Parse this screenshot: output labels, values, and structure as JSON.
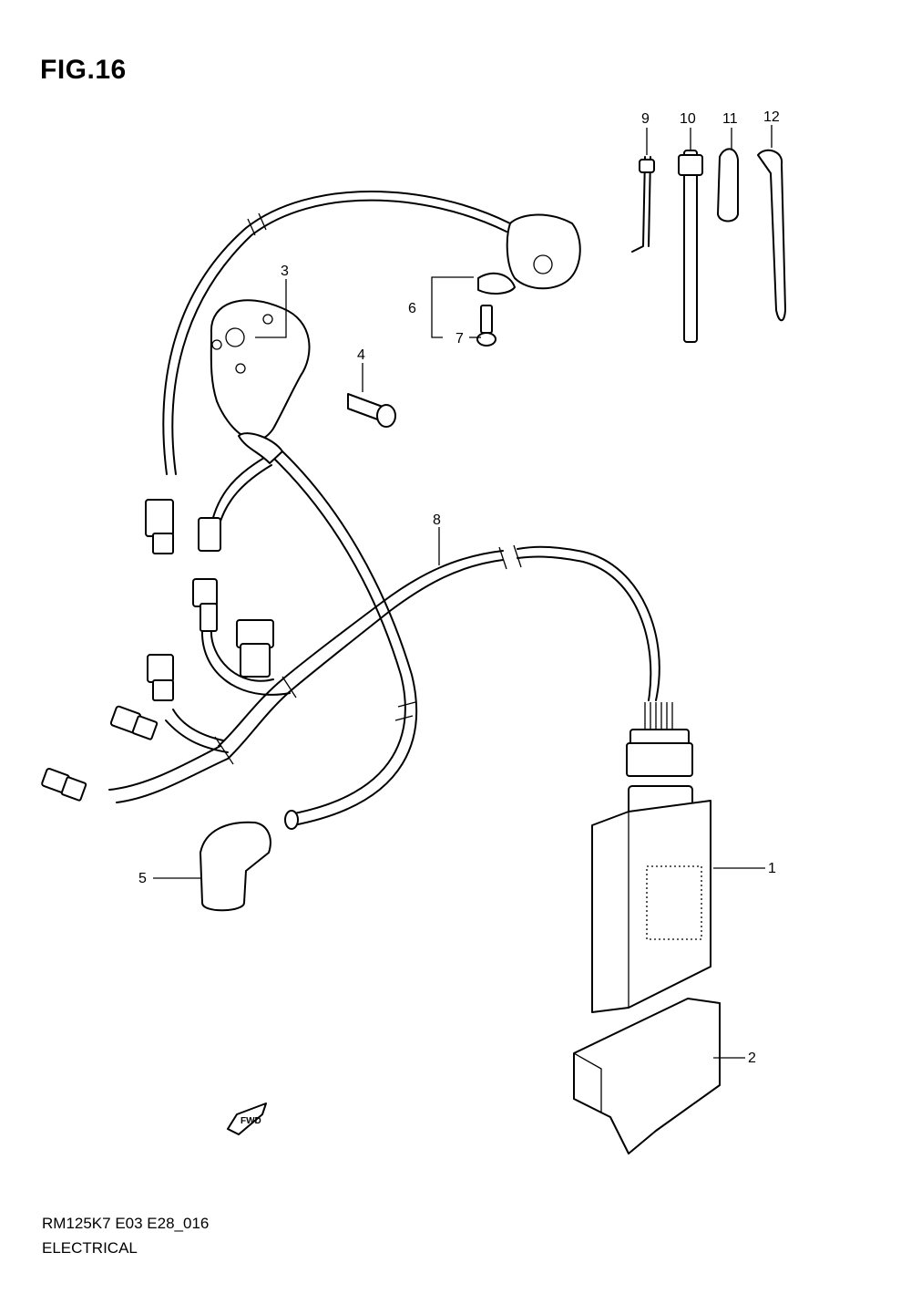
{
  "figure": {
    "title": "FIG.16"
  },
  "footer": {
    "model_code": "RM125K7 E03 E28_016",
    "section": "ELECTRICAL"
  },
  "callouts": [
    {
      "id": "1",
      "label": "1"
    },
    {
      "id": "2",
      "label": "2"
    },
    {
      "id": "3",
      "label": "3"
    },
    {
      "id": "4",
      "label": "4"
    },
    {
      "id": "5",
      "label": "5"
    },
    {
      "id": "6",
      "label": "6"
    },
    {
      "id": "7",
      "label": "7"
    },
    {
      "id": "8",
      "label": "8"
    },
    {
      "id": "9",
      "label": "9"
    },
    {
      "id": "10",
      "label": "10"
    },
    {
      "id": "11",
      "label": "11"
    },
    {
      "id": "12",
      "label": "12"
    }
  ],
  "direction_marker": {
    "label": "FWD",
    "icon": "fwd-arrow-icon"
  }
}
